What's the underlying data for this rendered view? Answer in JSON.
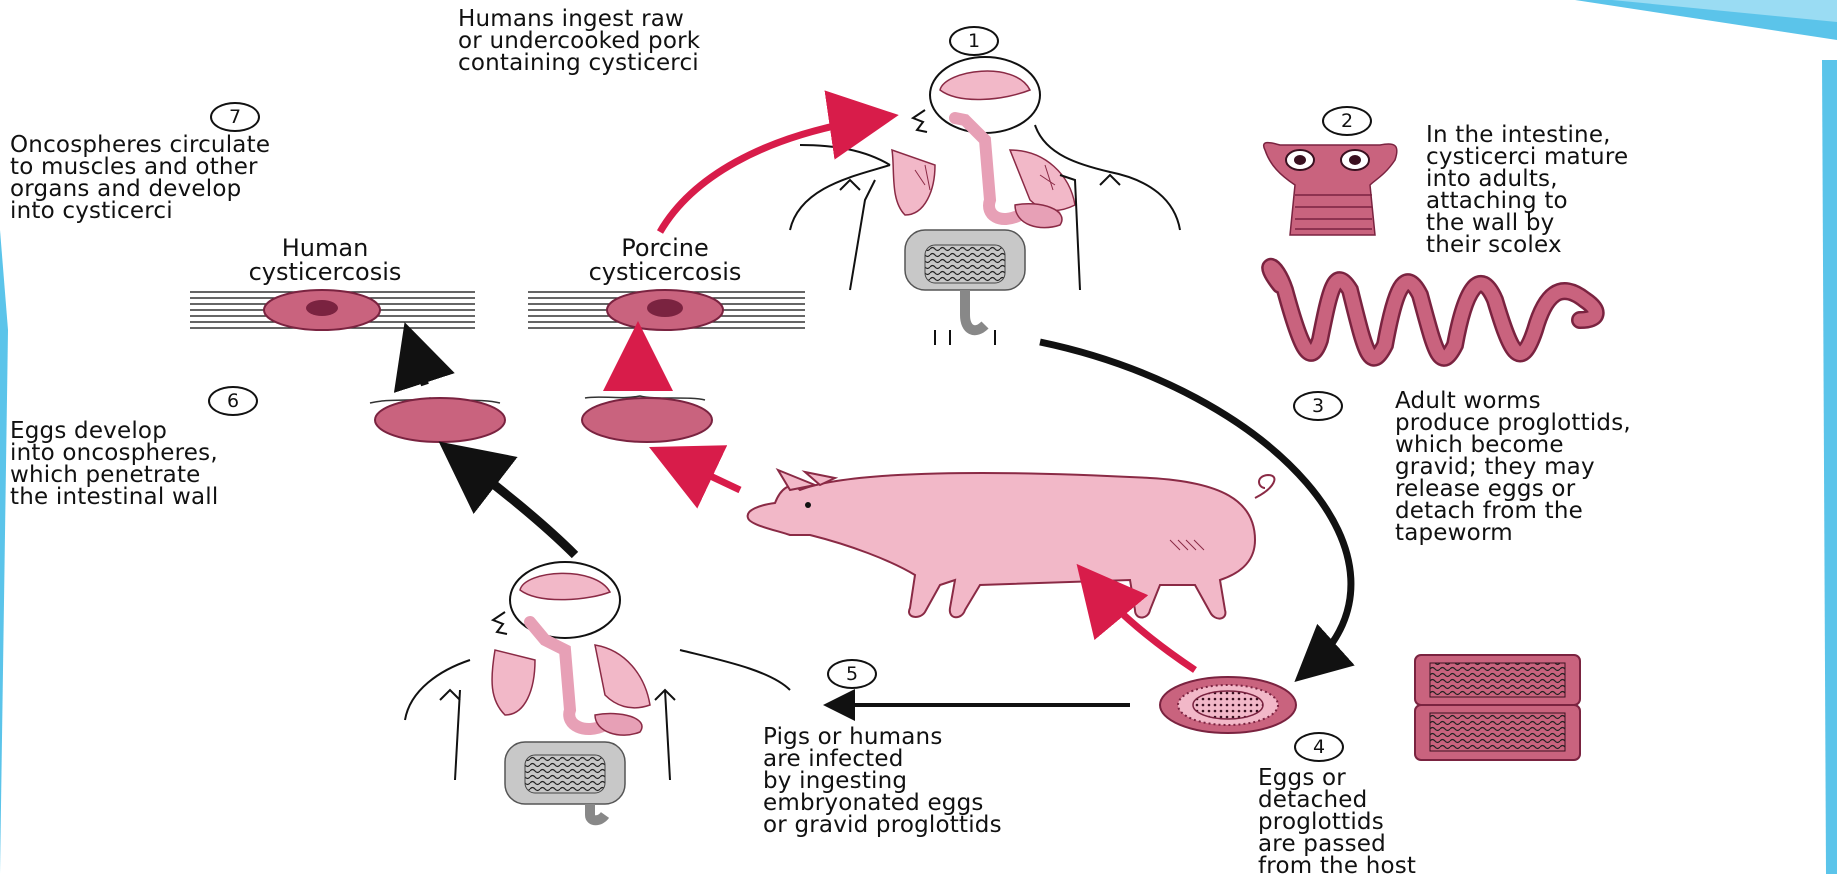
{
  "steps": [
    {
      "number": "1",
      "text": "Humans ingest raw\nor undercooked pork\ncontaining cysticerci"
    },
    {
      "number": "2",
      "text": "In the intestine,\ncysticerci mature\ninto adults,\nattaching to\nthe wall by\ntheir scolex"
    },
    {
      "number": "3",
      "text": "Adult worms\nproduce proglottids,\nwhich become\ngravid; they may\nrelease eggs or\ndetach from the\ntapeworm"
    },
    {
      "number": "4",
      "text": "Eggs or\ndetached\nproglottids\nare passed\nfrom the host"
    },
    {
      "number": "5",
      "text": "Pigs or humans\nare infected\nby ingesting\nembryonated eggs\nor gravid proglottids"
    },
    {
      "number": "6",
      "text": "Eggs develop\ninto oncospheres,\nwhich penetrate\nthe intestinal wall"
    },
    {
      "number": "7",
      "text": "Oncospheres circulate\nto muscles and other\norgans and develop\ninto cysticerci"
    }
  ],
  "captions": {
    "human": "Human\ncysticercosis",
    "porcine": "Porcine\ncysticercosis"
  },
  "colors": {
    "flesh": "#f2b8c8",
    "flesh_stroke": "#8a2a45",
    "worm": "#c9637e",
    "gut": "#c8c8c8",
    "red_arrow": "#d81c4a",
    "black_arrow": "#111111",
    "accent_blue": "#5bc4ea"
  }
}
